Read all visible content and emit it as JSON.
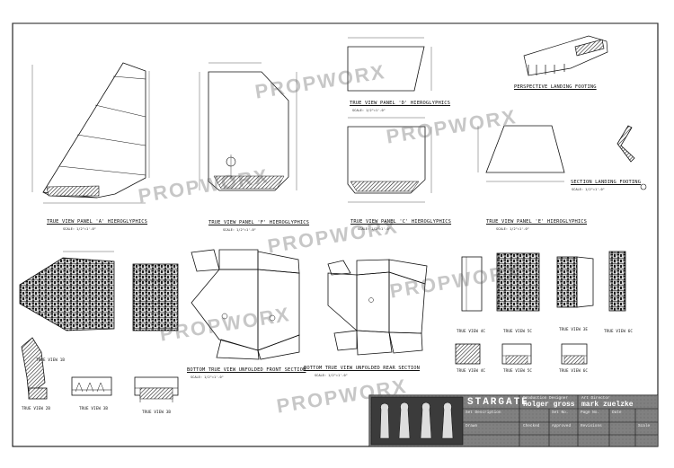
{
  "watermark": "PROPWORX",
  "views": {
    "panel_a": "True view panel 'A' hieroglyphics",
    "panel_f": "True view panel 'F' hieroglyphics",
    "panel_d": "True view panel 'D' hieroglyphics",
    "panel_c": "True view panel 'C' hieroglyphics",
    "panel_e": "True view panel 'E' hieroglyphics",
    "perspective": "Perspective landing footing",
    "section": "Section landing footing",
    "bottom_front": "Bottom true view unfolded front section",
    "bottom_rear": "Bottom true view unfolded rear section",
    "tv_1b": "True view 1B",
    "tv_2b": "True view 2B",
    "tv_3b": "True view 3B",
    "tv_4c": "True view 4C",
    "tv_5c": "True view 5C",
    "tv_6c": "True view 6C",
    "tv_3e": "True view 3E"
  },
  "scales": {
    "half": "Scale: 1/2\"=1'-0\"",
    "quarter": "Scale: 1/4\"=1'-0\""
  },
  "title_block": {
    "logo": "STARGATE",
    "production_designer_label": "Production Designer",
    "production_designer": "holger gross",
    "art_director_label": "Art Director",
    "art_director": "mark zuelzke",
    "set_description_label": "Set Description",
    "set_number_label": "Set No.",
    "page_label": "Page No.",
    "date_label": "Date",
    "drawn_label": "Drawn",
    "checked_label": "Checked",
    "approved_label": "Approved",
    "revisions_label": "Revisions",
    "scale_label": "Scale"
  }
}
